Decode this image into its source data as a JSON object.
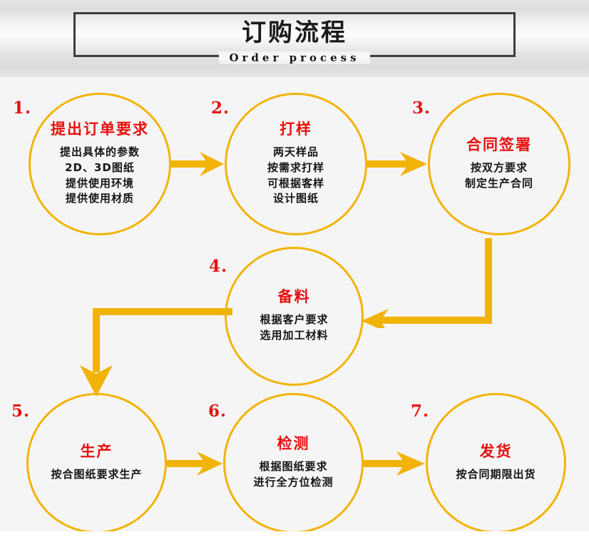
{
  "header": {
    "title": "订购流程",
    "subtitle": "Order process"
  },
  "palette": {
    "gold": "#F2B307",
    "red": "#E8100F",
    "ink": "#151515",
    "border_gray": "#3C3C41",
    "background": "#F5F5F5"
  },
  "diagram": {
    "type": "flowchart",
    "direction": "left-to-right, serpentine",
    "steps": [
      {
        "number": "1.",
        "title": "提出订单要求",
        "lines": [
          "提出具体的参数",
          "2D、3D图纸",
          "提供使用环境",
          "提供使用材质"
        ]
      },
      {
        "number": "2.",
        "title": "打样",
        "lines": [
          "两天样品",
          "按需求打样",
          "可根据客样",
          "设计图纸"
        ]
      },
      {
        "number": "3.",
        "title": "合同签署",
        "lines": [
          "按双方要求",
          "制定生产合同"
        ]
      },
      {
        "number": "4.",
        "title": "备料",
        "lines": [
          "根据客户要求",
          "选用加工材料"
        ]
      },
      {
        "number": "5.",
        "title": "生产",
        "lines": [
          "按合图纸要求生产"
        ]
      },
      {
        "number": "6.",
        "title": "检测",
        "lines": [
          "根据图纸要求",
          "进行全方位检测"
        ]
      },
      {
        "number": "7.",
        "title": "发货",
        "lines": [
          "按合同期限出货"
        ]
      }
    ],
    "connectors": [
      {
        "name": "arrow-step1-to-step2",
        "kind": "straight-right"
      },
      {
        "name": "arrow-step2-to-step3",
        "kind": "straight-right"
      },
      {
        "name": "arrow-step3-to-step4",
        "kind": "elbow-down-left"
      },
      {
        "name": "arrow-step4-to-step5",
        "kind": "elbow-left-down"
      },
      {
        "name": "arrow-step5-to-step6",
        "kind": "straight-right"
      },
      {
        "name": "arrow-step6-to-step7",
        "kind": "straight-right"
      }
    ]
  }
}
